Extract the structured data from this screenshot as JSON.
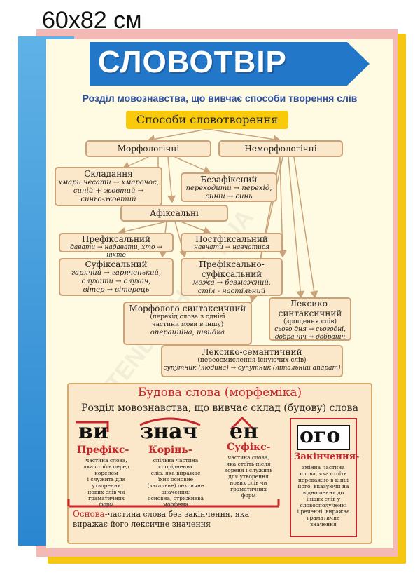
{
  "size_label": "60х82 см",
  "header": {
    "title": "СЛОВОТВІР",
    "subtitle": "Розділ мовознавства, що вивчає способи творення слів"
  },
  "diagram": {
    "heading": "Способи словотворення",
    "morphological": "Морфологічні",
    "nonmorphological": "Неморфологічні",
    "compounding": {
      "title": "Складання",
      "examples": [
        "хмари чесати → хмарочос,",
        "синій + жовтий →",
        "синьо-жовтий"
      ]
    },
    "zero_suffix": {
      "title": "Безафіксний",
      "examples": [
        "переходити → перехід,",
        "синій → синь"
      ]
    },
    "affixal": "Афіксальні",
    "prefixal": {
      "title": "Префіксальний",
      "example": "давати → надавати, хто → ніхто"
    },
    "postfixal": {
      "title": "Постфіксальний",
      "example": "навчати → навчатися"
    },
    "suffixal": {
      "title": "Суфіксальний",
      "examples": [
        "гарячий → гаряченький,",
        "слухати → слухач,",
        "вітер → вітерець"
      ]
    },
    "prefix_suffixal": {
      "title_lines": [
        "Префіксально-",
        "суфіксальний"
      ],
      "examples": [
        "межа → безмежний,",
        "стіл - настільний"
      ]
    },
    "morph_syntactic": {
      "title": "Морфолого-синтаксичний",
      "desc_lines": [
        "(перехід слова з однієї",
        "частини мови в іншу)"
      ],
      "example": "операційна, швидка"
    },
    "lex_syntactic": {
      "title_lines": [
        "Лексико-",
        "синтаксичний"
      ],
      "desc": "(зрощення слів)",
      "examples": [
        "сього дня → сьогодні,",
        "добра ніч → добраніч"
      ]
    },
    "lex_semantic": {
      "title": "Лексико-семантичний",
      "desc": "(переосмислення існуючих слів)",
      "example": "супутник (людина) → супутник (літальний апарат)"
    }
  },
  "morphemics": {
    "title": "Будова слова (морфеміка)",
    "subtitle": "Розділ мовознавства, що вивчає склад (будову) слова",
    "prefix": {
      "word": "ви",
      "name": "Префікс-",
      "desc_lines": [
        "частина слова,",
        "яка стоїть перед",
        "коренем",
        "і служить для",
        "утворення",
        "нових слів чи",
        "граматичних",
        "форм"
      ]
    },
    "root": {
      "word": "знач",
      "name": "Корінь-",
      "desc_lines": [
        "спільна частина",
        "споріднених",
        "слів, яка виражає",
        "їхнє основне",
        "(загальне) лексичне",
        "значення;",
        "основна, стрижнева",
        "морфема"
      ]
    },
    "suffix": {
      "word": "ен",
      "name": "Суфікс-",
      "desc_lines": [
        "частина слова,",
        "яка стоїть після",
        "кореня і служить",
        "для утворення",
        "нових слів чи",
        "граматичних",
        "форм"
      ]
    },
    "ending": {
      "word": "ого",
      "name": "Закінчення-",
      "desc_lines": [
        "змінна частина",
        "слова, яка стоїть",
        "переважно в кінці",
        "його, вказуючи на",
        "відношення до",
        "інших слів у",
        "словосполученні",
        "і реченні, виражає",
        "граматичне",
        "значення"
      ]
    },
    "stem": {
      "term": "Основа-",
      "desc": "частина слова без закінчення, яка виражає його лексичне значення"
    }
  },
  "watermark": "STENDY-SHKOLY.UA",
  "colors": {
    "title_band": "#2377c8",
    "heading_yellow": "#f9c90c",
    "box_fill": "#fbe7c9",
    "box_border": "#c9a27a",
    "accent_red": "#c8242c",
    "subtitle_blue": "#2a4fa3"
  }
}
